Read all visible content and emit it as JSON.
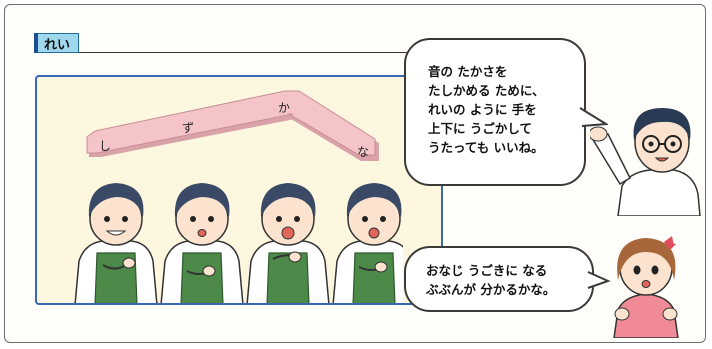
{
  "section_tag": "れい",
  "lyrics": {
    "shi": "し",
    "zu": "ず",
    "ka": "か",
    "na": "な"
  },
  "teacher_bubble": {
    "lines": [
      "音の たかさを",
      "たしかめる ために、",
      "れいの ように 手を",
      "上下に うごかして",
      "うたっても いいね。"
    ]
  },
  "girl_bubble": {
    "lines": [
      "おなじ うごきに なる",
      "ぶぶんが 分かるかな。"
    ]
  },
  "colors": {
    "tag_fill": "#9fd8ec",
    "panel_border": "#3968b3",
    "panel_fill": "#fdf7e0",
    "melody_bar": "#f4c4c8",
    "apron": "#4d8a4a"
  },
  "icons": [
    "boy-singing",
    "teacher-pointing",
    "girl-asking"
  ]
}
